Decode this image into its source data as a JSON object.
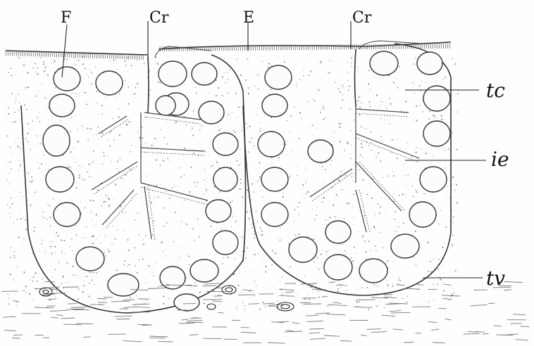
{
  "figure": {
    "labels": {
      "F": "F",
      "Cr_left": "Cr",
      "E": "E",
      "Cr_right": "Cr",
      "tc": "tc",
      "ie": "ie",
      "tv": "tv"
    }
  }
}
